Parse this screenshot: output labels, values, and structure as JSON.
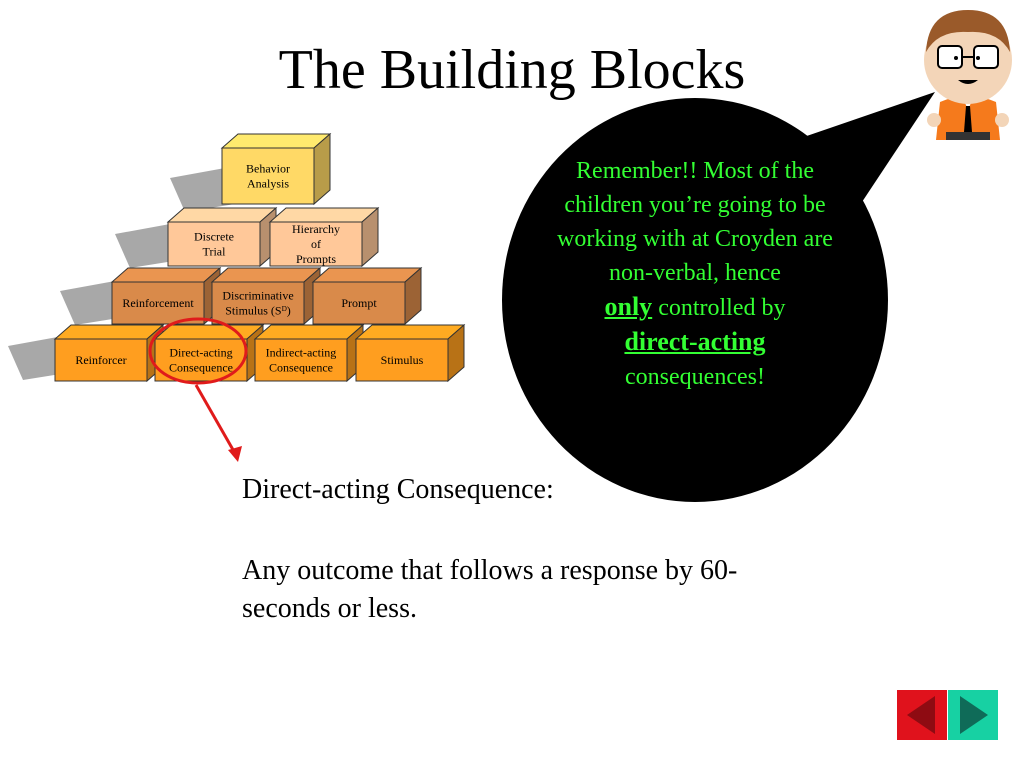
{
  "slide": {
    "title": "The Building Blocks"
  },
  "pyramid": {
    "rows": [
      [
        {
          "lines": [
            "Behavior",
            "Analysis"
          ]
        }
      ],
      [
        {
          "lines": [
            "Discrete",
            "Trial"
          ]
        },
        {
          "lines": [
            "Hierarchy",
            "of",
            "Prompts"
          ]
        }
      ],
      [
        {
          "lines": [
            "Reinforcement"
          ]
        },
        {
          "lines": [
            "Discriminative",
            "Stimulus (Sᴰ)"
          ]
        },
        {
          "lines": [
            "Prompt"
          ]
        }
      ],
      [
        {
          "lines": [
            "Reinforcer"
          ]
        },
        {
          "lines": [
            "Direct-acting",
            "Consequence"
          ]
        },
        {
          "lines": [
            "Indirect-acting",
            "Consequence"
          ]
        },
        {
          "lines": [
            "Stimulus"
          ]
        }
      ]
    ],
    "highlighted": "Direct-acting Consequence"
  },
  "definition": {
    "term": "Direct-acting Consequence:",
    "text": "Any outcome that follows a response by 60-seconds or less."
  },
  "speech_bubble": {
    "line1": "Remember!!  Most of the children you’re going to be working with at Croyden are non-verbal, hence",
    "emph1": "only",
    "mid": " controlled by",
    "emph2": "direct-acting",
    "end": "consequences!"
  },
  "colors": {
    "bubble_text": "#33ff33",
    "top_block": "#ffd966",
    "row2_block": "#ffc899",
    "row3_block": "#d98a4a",
    "bottom_block": "#ff9e1f",
    "highlight": "#e01b1b",
    "nav_back": "#e0121c",
    "nav_next": "#17d1a3"
  },
  "icons": {
    "character": "cartoon-character-icon",
    "nav_back": "triangle-left-icon",
    "nav_next": "triangle-right-icon"
  }
}
